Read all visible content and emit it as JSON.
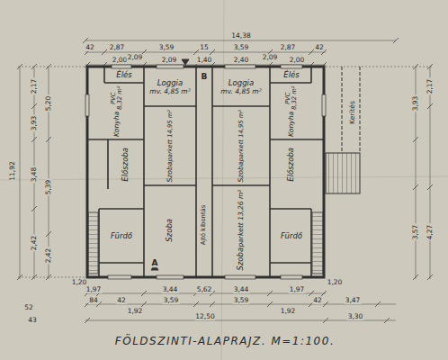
{
  "diagram": {
    "caption": "FÖLDSZINTI-ALAPRAJZ. M=1:100.",
    "nodes": [
      {
        "text": [
          "Loggia",
          "mv. 4,85 m²"
        ]
      },
      {
        "text": [
          "Loggia",
          "mv. 4,85 m²"
        ]
      },
      {
        "text": [
          "Élés"
        ]
      },
      {
        "text": [
          "Élés"
        ]
      },
      {
        "text": [
          "Konyha",
          "PVC 8,32 m²"
        ]
      },
      {
        "text": [
          "Szoba",
          "parkett 14,95 m²"
        ]
      },
      {
        "text": [
          "Szoba",
          "parkett 14,95 m²"
        ]
      },
      {
        "text": [
          "Konyha",
          "PVC 8,32 m²"
        ]
      },
      {
        "text": [
          "Előszoba"
        ]
      },
      {
        "text": [
          "Előszoba"
        ]
      },
      {
        "text": [
          "Fürdő"
        ]
      },
      {
        "text": [
          "Szoba"
        ]
      },
      {
        "text": [
          "Szoba",
          "parkett 13,26 m²"
        ]
      },
      {
        "text": [
          "Fürdő"
        ]
      }
    ],
    "labels": [
      "14,38",
      "42",
      "2,87",
      "3,59",
      "15",
      "3,59",
      "2,87",
      "42",
      "2,00",
      "2,09",
      "2,09",
      "1,40",
      "2,40",
      "2,09",
      "2,00",
      "11,92",
      "2,17",
      "3,93",
      "3,48",
      "2,42",
      "5,20",
      "5,39",
      "2,42",
      "1,20",
      "1,20",
      "1,97",
      "3,44",
      "5,62",
      "3,44",
      "1,97",
      "84",
      "42",
      "1,92",
      "3,59",
      "3,59",
      "1,92",
      "42",
      "3,47",
      "12,50",
      "3,30",
      "52",
      "43",
      "3,93",
      "2,17",
      "3,57",
      "4,27",
      "A",
      "B",
      "Kerítés",
      "Ajtó kibontás"
    ]
  }
}
